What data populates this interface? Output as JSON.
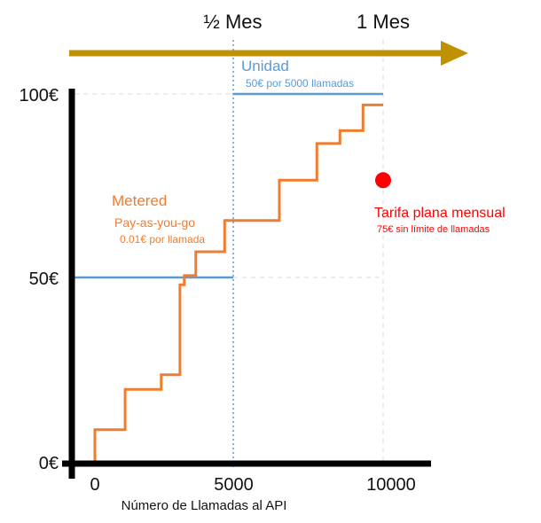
{
  "chart_data": {
    "type": "line",
    "xlabel": "Número de Llamadas al API",
    "ylabel": "",
    "xlim": [
      -700,
      11500
    ],
    "ylim": [
      0,
      100
    ],
    "x_ticks": [
      "0",
      "5000",
      "10000"
    ],
    "y_ticks": [
      "0€",
      "50€",
      "100€"
    ],
    "time_axis": {
      "color": "#BF9000",
      "labels": [
        "½ Mes",
        "1 Mes"
      ],
      "label_x": [
        5000,
        10000
      ]
    },
    "series": [
      {
        "kind": "step",
        "color": "#ED7D31",
        "x": [
          0,
          0,
          1050,
          1050,
          2300,
          2300,
          2950,
          2950,
          3100,
          3100,
          3500,
          3500,
          4500,
          4500,
          6400,
          6400,
          7700,
          7700,
          8500,
          8500,
          9300,
          9300,
          10000
        ],
        "y": [
          0,
          8.5,
          8.5,
          19.5,
          19.5,
          23.5,
          23.5,
          48,
          48,
          50.5,
          50.5,
          57,
          57,
          65.5,
          65.5,
          76.5,
          76.5,
          86.5,
          86.5,
          90,
          90,
          97,
          97
        ]
      },
      {
        "kind": "tier",
        "color": "#5B9BD5",
        "segments": [
          {
            "x": [
              -700,
              4800
            ],
            "y": [
              50,
              50
            ]
          },
          {
            "x": [
              4800,
              10000
            ],
            "y": [
              100,
              100
            ]
          }
        ]
      },
      {
        "kind": "point",
        "color": "#FF0000",
        "x": [
          10000
        ],
        "y": [
          76.5
        ]
      }
    ],
    "annotations": {
      "unit_title": "Unidad",
      "unit_desc": "50€ por 5000 llamadas",
      "metered_title": "Metered",
      "metered_sub": "Pay-as-you-go",
      "metered_desc": "0.01€ por llamada",
      "flat_title": "Tarifa plana mensual",
      "flat_desc": "75€ sin límite de llamadas"
    },
    "colors": {
      "axis": "#000000",
      "unit": "#5B9BD5",
      "metered": "#ED7D31",
      "flat": "#FF0000",
      "time_arrow": "#BF9000",
      "grid": "#D9D9D9"
    }
  }
}
